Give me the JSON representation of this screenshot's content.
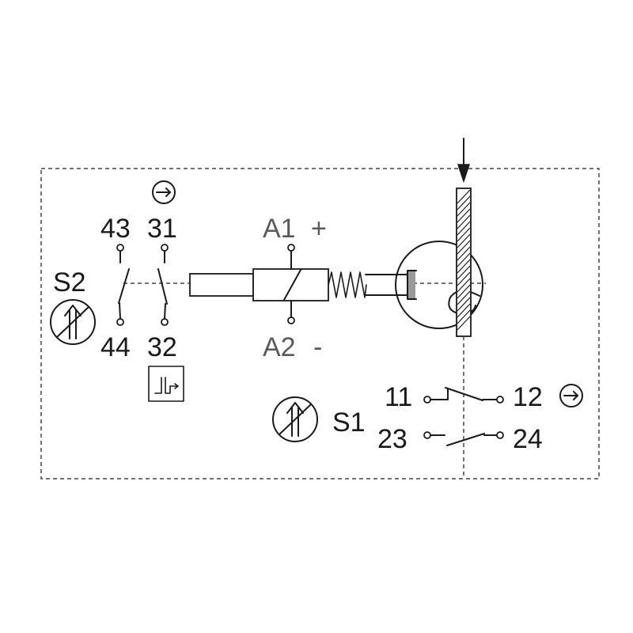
{
  "diagram": {
    "s2": {
      "label": "S2",
      "left_top": "43",
      "left_bottom": "44",
      "right_top": "31",
      "right_bottom": "32"
    },
    "coil": {
      "a1_label": "A1",
      "a1_polarity": "+",
      "a2_label": "A2",
      "a2_polarity": "-"
    },
    "s1": {
      "label": "S1",
      "nc_left": "11",
      "nc_right": "12",
      "no_left": "23",
      "no_right": "24"
    }
  },
  "icons": {
    "actuation": "down-arrow-icon",
    "s2_mark": "positive-opening-icon",
    "s1_mark": "positive-opening-icon",
    "s2_direction": "direction-arrow-icon",
    "s1_direction": "direction-arrow-icon",
    "s2_timing": "time-delay-icon"
  },
  "colors": {
    "background": "#ffffff",
    "line": "#1a1a1a",
    "coil_text": "#5a5a5a",
    "dashed": "#444444"
  }
}
